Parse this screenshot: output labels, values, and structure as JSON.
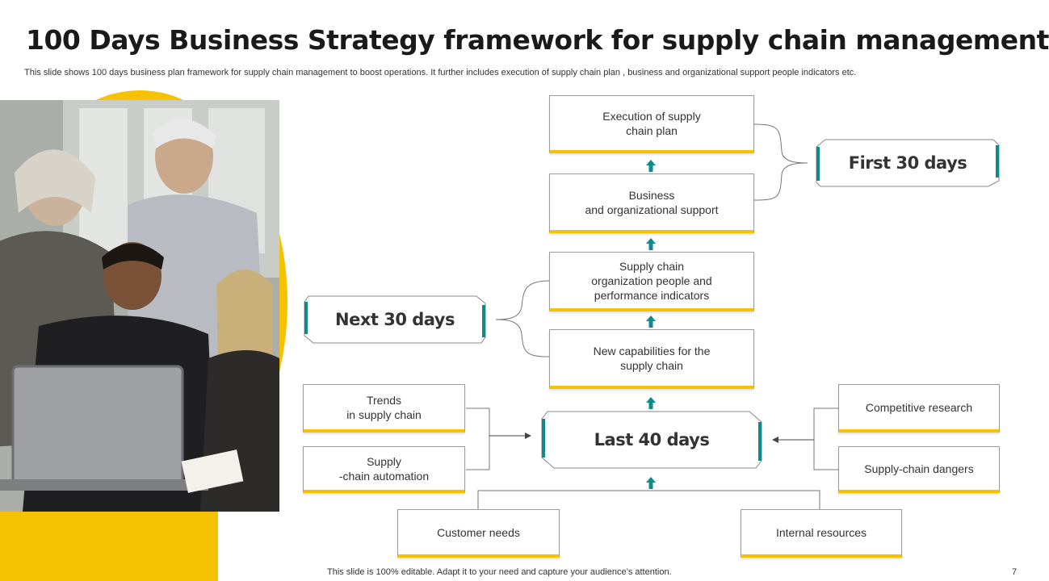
{
  "slide": {
    "title": "100 Days Business Strategy framework for supply chain management",
    "subtitle": "This slide shows 100 days business plan framework for supply chain management to boost operations. It further includes execution of supply chain plan ,  business and organizational support people indicators etc.",
    "footer": "This slide is 100% editable. Adapt it to your need and capture your audience’s attention.",
    "page_number": "7"
  },
  "colors": {
    "accent_yellow": "#f5c100",
    "accent_teal": "#0e8a8a",
    "border_gray": "#9a9a9a"
  },
  "diagram": {
    "phases": {
      "first": "First 30 days",
      "next": "Next 30 days",
      "last": "Last 40 days"
    },
    "steps": {
      "execution": "Execution of supply\nchain plan",
      "business": "Business\nand organizational support",
      "indicators": "Supply chain\norganization people and\nperformance indicators",
      "capabilities": "New capabilities for the\nsupply chain"
    },
    "inputs": {
      "trends": "Trends\nin supply chain",
      "automation": "Supply\n-chain automation",
      "competitive": "Competitive research",
      "dangers": "Supply-chain dangers",
      "customer": "Customer needs",
      "internal": "Internal resources"
    }
  },
  "photo": {
    "icon": "team-photo"
  }
}
